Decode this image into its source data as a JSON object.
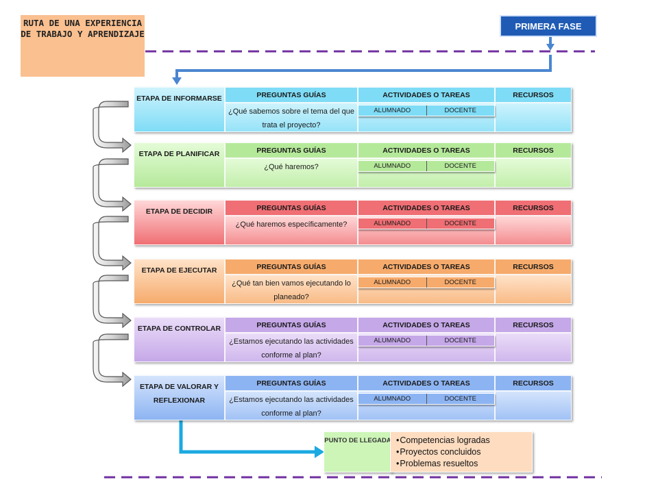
{
  "title": "RUTA DE UNA EXPERIENCIA DE TRABAJO Y APRENDIZAJE",
  "phase_label": "PRIMERA FASE",
  "headers": {
    "questions": "PREGUNTAS GUÍAS",
    "activities": "ACTIVIDADES O TAREAS",
    "resources": "RECURSOS",
    "student": "ALUMNADO",
    "teacher": "DOCENTE"
  },
  "colors": {
    "dash": "#7030a0",
    "arrow": "#4a86d0",
    "arrow_end": "#1ba9e1"
  },
  "stages": [
    {
      "label": "ETAPA DE INFORMARSE",
      "question": "¿Qué sabemos sobre el tema del que trata el proyecto?",
      "color_light": "#cdf3fd",
      "color_dark": "#7fdcf6"
    },
    {
      "label": "ETAPA DE PLANIFICAR",
      "question": "¿Qué haremos?",
      "color_light": "#e4fbd7",
      "color_dark": "#b5e99a"
    },
    {
      "label": "ETAPA DE DECIDIR",
      "question": "¿Qué haremos específicamente?",
      "color_light": "#ffd7d7",
      "color_dark": "#ef6f74"
    },
    {
      "label": "ETAPA DE EJECUTAR",
      "question": "¿Qué tan bien vamos ejecutando lo planeado?",
      "color_light": "#ffe2c8",
      "color_dark": "#f6ab6c"
    },
    {
      "label": "ETAPA DE CONTROLAR",
      "question": "¿Estamos ejecutando las actividades conforme al plan?",
      "color_light": "#eadcf8",
      "color_dark": "#c5a8e8"
    },
    {
      "label": "ETAPA DE VALORAR Y REFLEXIONAR",
      "question": "¿Estamos ejecutando las actividades conforme al plan?",
      "color_light": "#d4e4fc",
      "color_dark": "#8db4f2"
    }
  ],
  "endpoint": {
    "label": "PUNTO DE LLEGADA",
    "items": [
      "Competencias logradas",
      "Proyectos concluidos",
      "Problemas resueltos"
    ]
  }
}
